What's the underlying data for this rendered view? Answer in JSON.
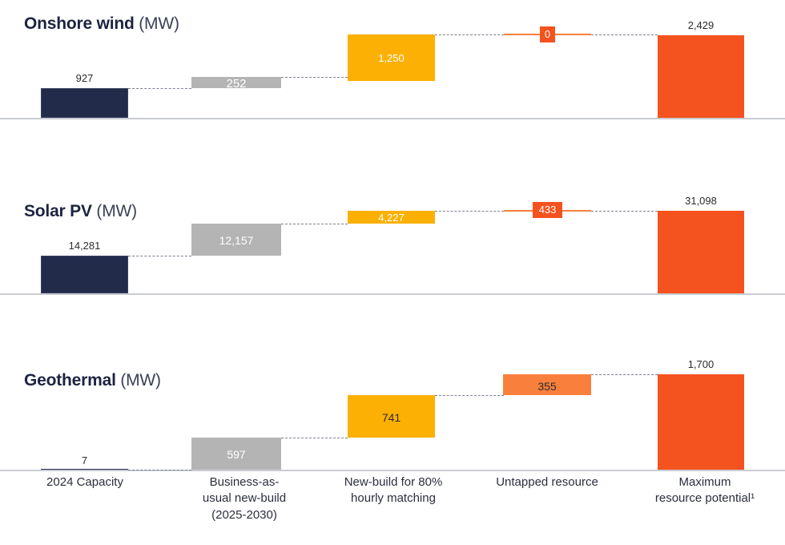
{
  "chart_data": {
    "type": "bar",
    "title": "Onshore wind, Solar PV and Geothermal capacity waterfall (MW)",
    "xlabel": "",
    "ylabel": "MW",
    "grid": false,
    "legend": "none",
    "categories": [
      "2024 Capacity",
      "Business-as-usual new-build (2025-2030)",
      "New-build for 80% hourly matching",
      "Untapped resource",
      "Maximum resource potential¹"
    ],
    "series": [
      {
        "name": "Onshore wind (MW)",
        "values": [
          927,
          252,
          1250,
          0,
          2429
        ],
        "value_labels": [
          "927",
          "252",
          "1,250",
          "0",
          "2,429"
        ]
      },
      {
        "name": "Solar PV (MW)",
        "values": [
          14281,
          12157,
          4227,
          433,
          31098
        ],
        "value_labels": [
          "14,281",
          "12,157",
          "4,227",
          "433",
          "31,098"
        ]
      },
      {
        "name": "Geothermal (MW)",
        "values": [
          7,
          597,
          741,
          355,
          1700
        ],
        "value_labels": [
          "7",
          "597",
          "741",
          "355",
          "1,700"
        ]
      }
    ]
  },
  "colors": {
    "capacity": "#232b4a",
    "bau": "#b4b4b4",
    "newbuild": "#fbb003",
    "untapped": "#f9803c",
    "maximum": "#f4521e",
    "connector": "#7d8190",
    "baseline": "#c9ccd4",
    "text": "#2b2b2b",
    "title": "#1d2340"
  },
  "panels": [
    {
      "title_main": "Onshore wind",
      "title_unit": "(MW)",
      "labels": {
        "capacity": "927",
        "bau": "252",
        "newbuild": "1,250",
        "untapped": "0",
        "maximum": "2,429"
      }
    },
    {
      "title_main": "Solar PV",
      "title_unit": "(MW)",
      "labels": {
        "capacity": "14,281",
        "bau": "12,157",
        "newbuild": "4,227",
        "untapped": "433",
        "maximum": "31,098"
      }
    },
    {
      "title_main": "Geothermal",
      "title_unit": "(MW)",
      "labels": {
        "capacity": "7",
        "bau": "597",
        "newbuild": "741",
        "untapped": "355",
        "maximum": "1,700"
      }
    }
  ],
  "x_axis": {
    "ticks": [
      {
        "line1": "2024 Capacity",
        "line2": "",
        "line3": ""
      },
      {
        "line1": "Business-as-",
        "line2": "usual new-build",
        "line3": "(2025-2030)"
      },
      {
        "line1": "New-build for 80%",
        "line2": "hourly matching",
        "line3": ""
      },
      {
        "line1": "Untapped resource",
        "line2": "",
        "line3": ""
      },
      {
        "line1": "Maximum",
        "line2": "resource potential¹",
        "line3": ""
      }
    ]
  }
}
